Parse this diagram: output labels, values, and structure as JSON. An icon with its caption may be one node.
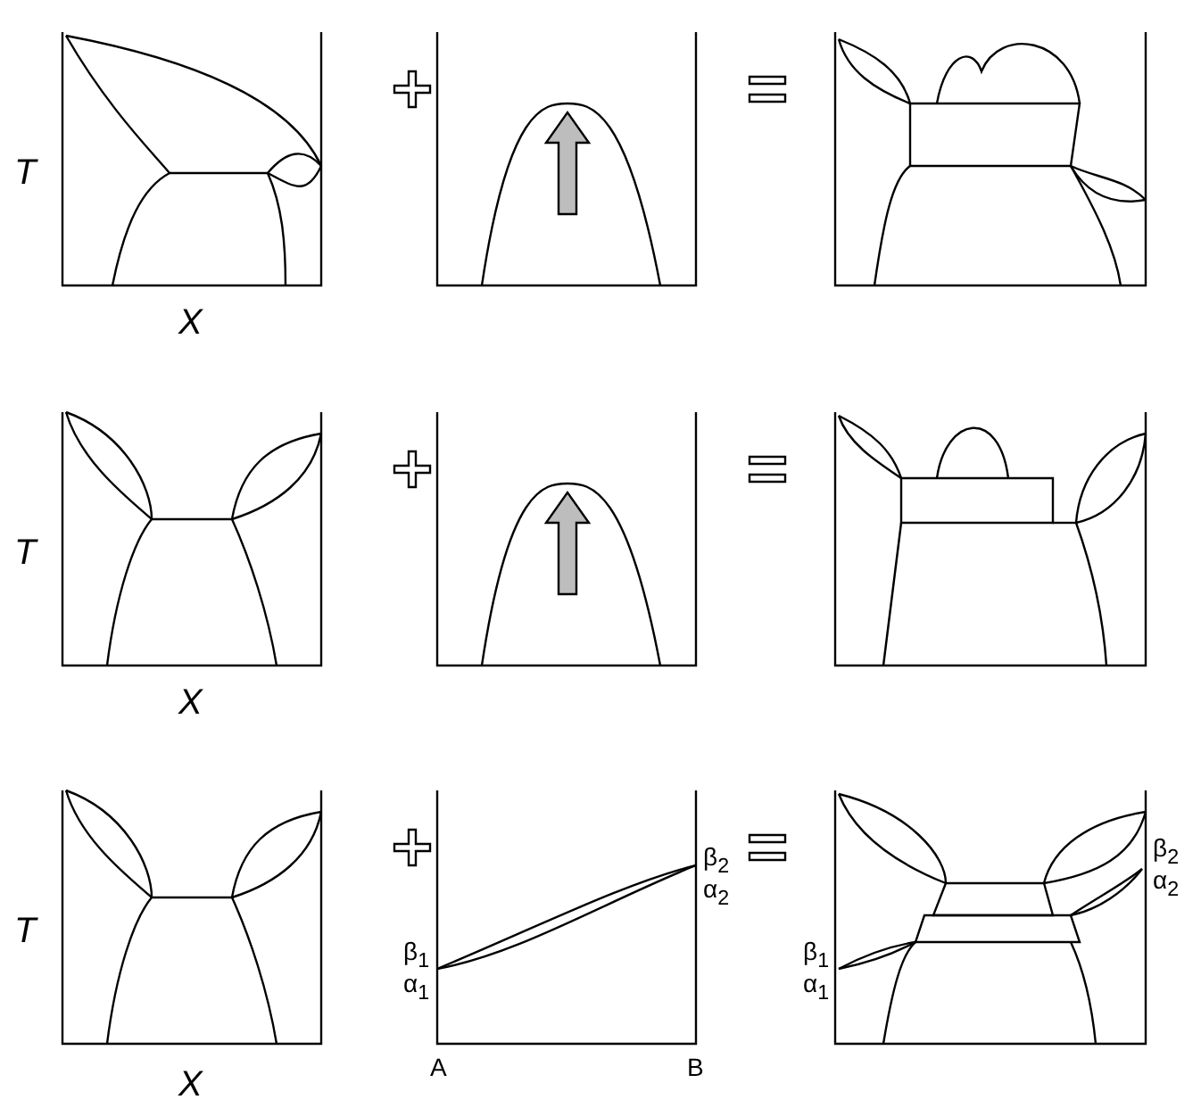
{
  "diagram": {
    "labels": [
      "T",
      "X",
      "T",
      "X",
      "T",
      "β$_{2}$",
      "α$_{2}$",
      "β$_{2}$",
      "α$_{2}$",
      "β$_{1}$",
      "α$_{1}$",
      "β$_{1}$",
      "α$_{1}$",
      "A",
      "B",
      "X"
    ]
  }
}
